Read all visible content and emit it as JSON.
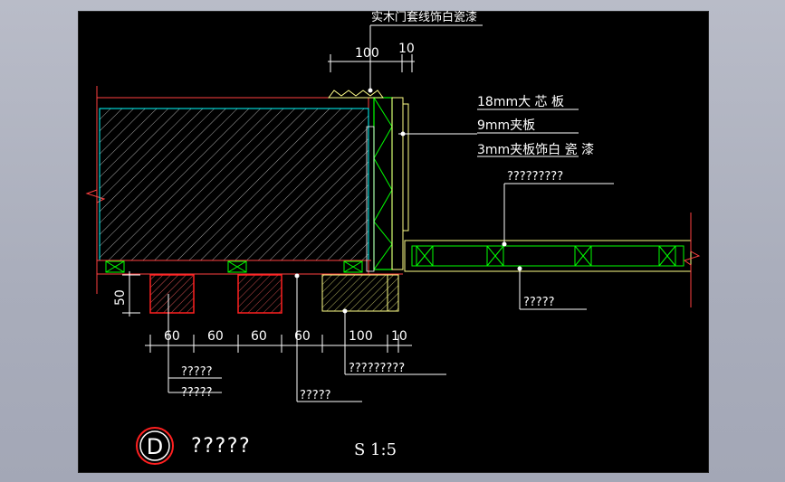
{
  "drawing": {
    "top_label": "实木门套线饰白瓷漆",
    "top_dims": [
      "100",
      "10"
    ],
    "layer_labels": [
      "18mm大 芯 板",
      "9mm夹板",
      "3mm夹板饰白 瓷 漆"
    ],
    "right_upper_label": "?????????",
    "right_lower_label": "?????",
    "left_dim": "50",
    "bottom_dims": [
      "60",
      "60",
      "60",
      "60",
      "100",
      "10"
    ],
    "bottom_labels": [
      "?????",
      "?????",
      "?????",
      "?????????"
    ],
    "section_mark": "D",
    "section_title": "?????",
    "scale": "S 1:5"
  },
  "colors": {
    "background": "#000000",
    "line": "#ffffff",
    "slab_outline": "#00ffff",
    "wood": "#00ff00",
    "accent": "#ff0000",
    "frame": "#ffff88"
  }
}
